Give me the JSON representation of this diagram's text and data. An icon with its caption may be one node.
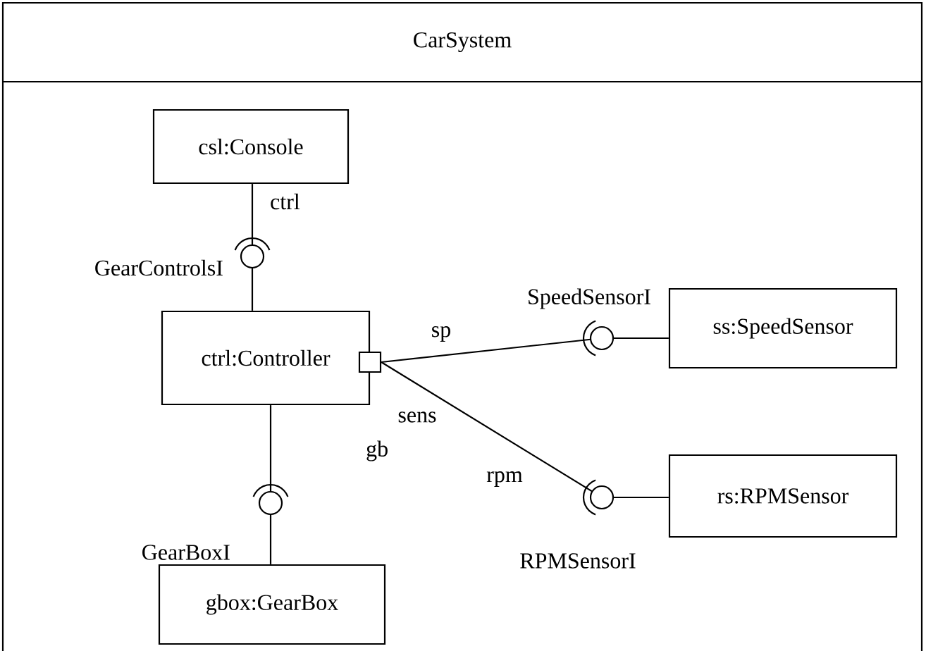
{
  "diagram": {
    "nodes": [
      {
        "text": [
          "CarSystem"
        ]
      },
      {
        "text": [
          "csl:Console"
        ],
        "in": 0
      },
      {
        "text": [
          "ctrl:Controller"
        ],
        "in": 0
      },
      {
        "text": [],
        "shape": "box",
        "beside": [
          "sens"
        ],
        "in": 0
      },
      {
        "text": [
          "ss:SpeedSensor"
        ],
        "in": 0
      },
      {
        "text": [
          "rs:RPMSensor"
        ],
        "in": 0
      },
      {
        "text": [
          "gbox:GearBox"
        ],
        "in": 0
      }
    ],
    "edges": [
      {
        "from": 1,
        "to": 2,
        "arrow": "none",
        "label": "GearControlsI"
      },
      {
        "from": 3,
        "to": 4,
        "arrow": "none",
        "label": "SpeedSensorI"
      },
      {
        "from": 3,
        "to": 5,
        "arrow": "none",
        "label": "RPMSensorI"
      },
      {
        "from": 2,
        "to": 6,
        "arrow": "none",
        "label": "GearBoxI"
      }
    ],
    "labels": [
      "ctrl",
      "sp",
      "gb",
      "rpm"
    ]
  }
}
